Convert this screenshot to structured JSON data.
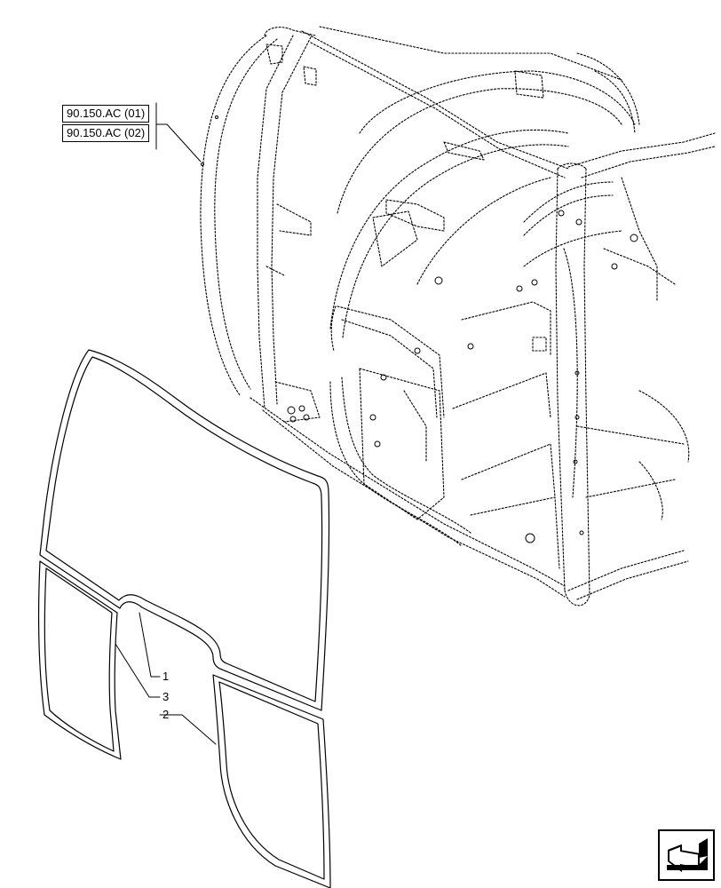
{
  "references": [
    {
      "label": "90.150.AC (01)"
    },
    {
      "label": "90.150.AC (02)"
    }
  ],
  "callouts": [
    {
      "label": "1"
    },
    {
      "label": "3"
    },
    {
      "label": "2"
    }
  ],
  "icons": {
    "navigation": "page-navigation-arrow-icon"
  }
}
